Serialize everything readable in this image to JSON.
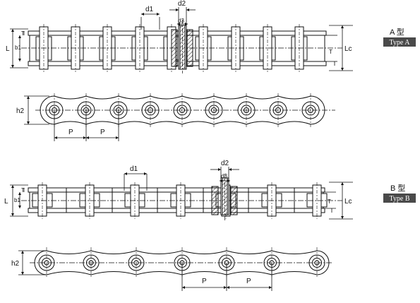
{
  "diagram": {
    "type_a": {
      "title": "A 型",
      "badge": "Type A",
      "labels": {
        "L": "L",
        "b1": "b1",
        "T_left": "T",
        "T_right": "T",
        "Lc": "Lc",
        "d1": "d1",
        "d2": "d2",
        "d3": "d3",
        "h2": "h2",
        "P1": "P",
        "P2": "P"
      }
    },
    "type_b": {
      "title": "B 型",
      "badge": "Type B",
      "labels": {
        "L": "L",
        "b1": "b1",
        "T_left": "T",
        "T_right": "T",
        "Lc": "Lc",
        "d1": "d1",
        "d2": "d2",
        "d3": "d3",
        "h2": "h2",
        "P1": "P",
        "P2": "P"
      }
    },
    "colors": {
      "line": "#111111",
      "badge_bg": "#4a4a4a",
      "badge_text": "#ffffff"
    }
  }
}
